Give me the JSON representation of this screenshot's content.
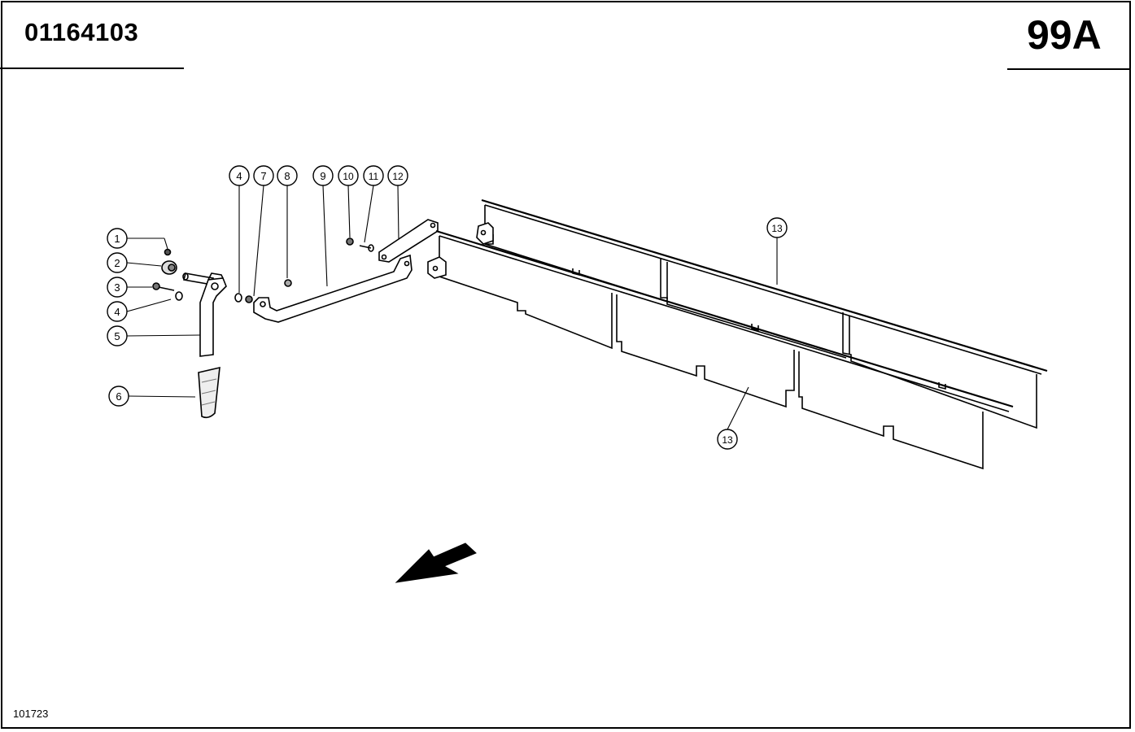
{
  "header": {
    "document_number": "01164103",
    "page_code": "99A"
  },
  "footer": {
    "drawing_reference": "101723"
  },
  "callouts": [
    {
      "id": "c1",
      "label": "1"
    },
    {
      "id": "c2",
      "label": "2"
    },
    {
      "id": "c3",
      "label": "3"
    },
    {
      "id": "c4a",
      "label": "4"
    },
    {
      "id": "c5",
      "label": "5"
    },
    {
      "id": "c6",
      "label": "6"
    },
    {
      "id": "c4b",
      "label": "4"
    },
    {
      "id": "c7",
      "label": "7"
    },
    {
      "id": "c8",
      "label": "8"
    },
    {
      "id": "c9",
      "label": "9"
    },
    {
      "id": "c10",
      "label": "10"
    },
    {
      "id": "c11",
      "label": "11"
    },
    {
      "id": "c12",
      "label": "12"
    },
    {
      "id": "c13a",
      "label": "13"
    },
    {
      "id": "c13b",
      "label": "13"
    }
  ]
}
